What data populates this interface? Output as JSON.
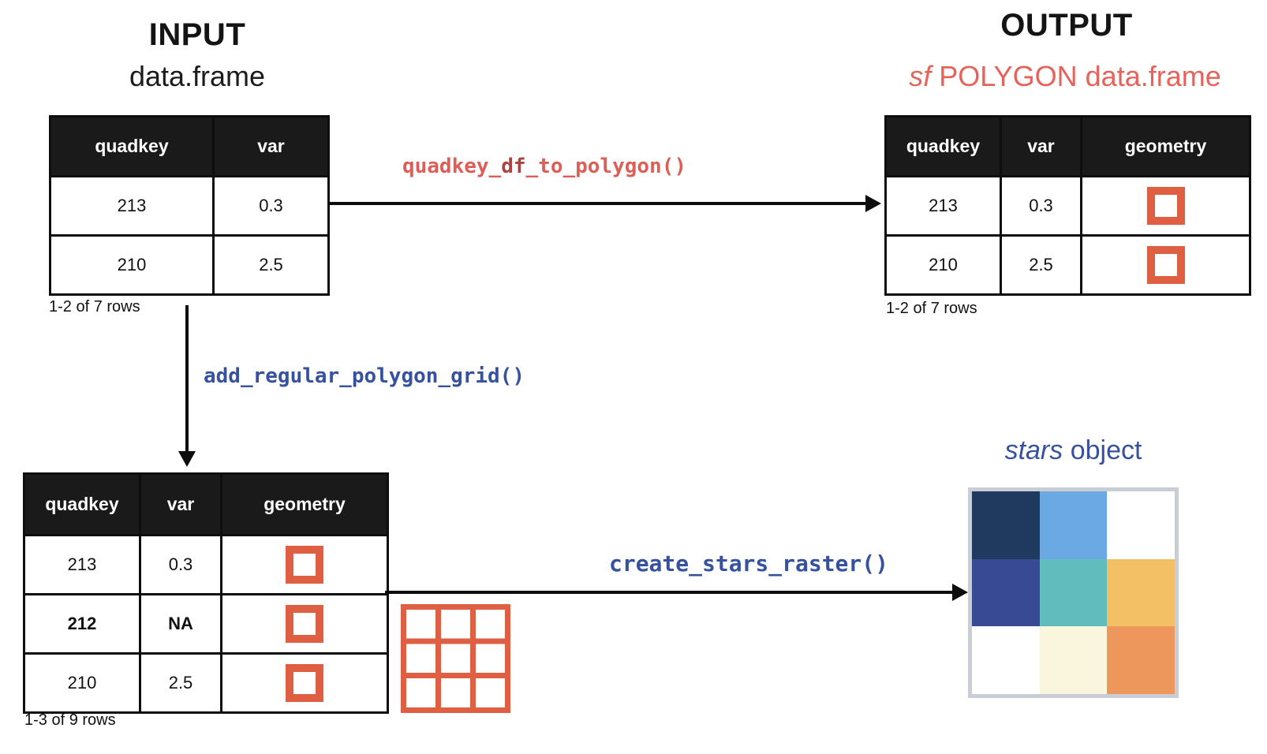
{
  "input": {
    "title": "INPUT",
    "subtitle": "data.frame",
    "table": {
      "headers": [
        "quadkey",
        "var"
      ],
      "rows": [
        [
          "213",
          "0.3"
        ],
        [
          "210",
          "2.5"
        ]
      ],
      "caption": "1-2 of 7 rows"
    }
  },
  "output": {
    "title": "OUTPUT",
    "subtitle": {
      "italic": "sf",
      "rest": " POLYGON data.frame"
    },
    "table": {
      "headers": [
        "quadkey",
        "var",
        "geometry"
      ],
      "rows": [
        [
          "213",
          "0.3"
        ],
        [
          "210",
          "2.5"
        ]
      ],
      "caption": "1-2 of 7 rows"
    }
  },
  "grid_table": {
    "headers": [
      "quadkey",
      "var",
      "geometry"
    ],
    "rows": [
      [
        "213",
        "0.3"
      ],
      [
        "212",
        "NA"
      ],
      [
        "210",
        "2.5"
      ]
    ],
    "bold_row_index": 1,
    "caption": "1-3 of 9 rows"
  },
  "functions": {
    "to_polygon": {
      "pre": "quadkey_",
      "emph": "df",
      "post": "_to_polygon()"
    },
    "add_grid": "add_regular_polygon_grid()",
    "create_raster": "create_stars_raster()"
  },
  "stars": {
    "title": {
      "italic": "stars",
      "rest": " object"
    },
    "cells": [
      [
        "#203a5f",
        "#6ba9e4",
        "#ffffff"
      ],
      [
        "#394a94",
        "#61bcbd",
        "#f3c066"
      ],
      [
        "#ffffff",
        "#faf6dd",
        "#ee975c"
      ]
    ]
  },
  "colors": {
    "coral_title": "#e5635a",
    "coral_code": "#dc5f57",
    "coral_code_emph": "#a94440",
    "blue_code": "#36519e",
    "polygon_icon": "#de5f41",
    "table_header_bg": "#1a1a1a",
    "raster_frame": "#c9cdd6"
  },
  "icons": {
    "polygon_square": "orange outlined square (sf polygon)",
    "polygon_grid": "orange 3x3 outlined grid (regular polygon grid)"
  }
}
